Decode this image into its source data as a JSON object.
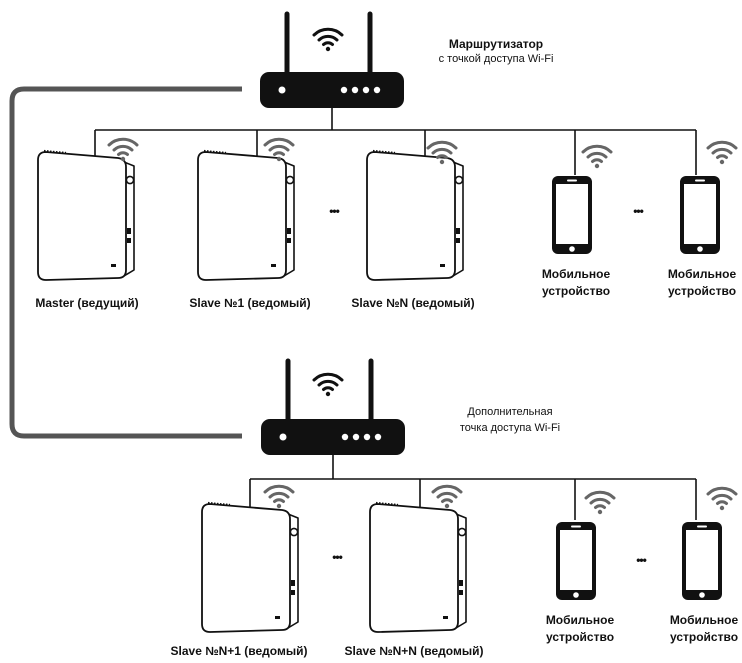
{
  "router_main": {
    "title": "Маршрутизатор",
    "subtitle": "с точкой доступа Wi-Fi"
  },
  "router_extra": {
    "line1": "Дополнительная",
    "line2": "точка доступа Wi-Fi"
  },
  "devices_top": {
    "master": "Master (ведущий)",
    "slave1": "Slave №1 (ведомый)",
    "slaveN": "Slave №N (ведомый)",
    "mobile1_line1": "Мобильное",
    "mobile1_line2": "устройство",
    "mobile2_line1": "Мобильное",
    "mobile2_line2": "устройство"
  },
  "devices_bottom": {
    "slaveN1": "Slave №N+1 (ведомый)",
    "slaveNN": "Slave №N+N (ведомый)",
    "mobile1_line1": "Мобильное",
    "mobile1_line2": "устройство",
    "mobile2_line1": "Мобильное",
    "mobile2_line2": "устройство"
  },
  "ellipsis": "•••",
  "colors": {
    "line": "#111111",
    "link": "#555555",
    "heater_fill": "#ffffff",
    "device": "#111111"
  }
}
